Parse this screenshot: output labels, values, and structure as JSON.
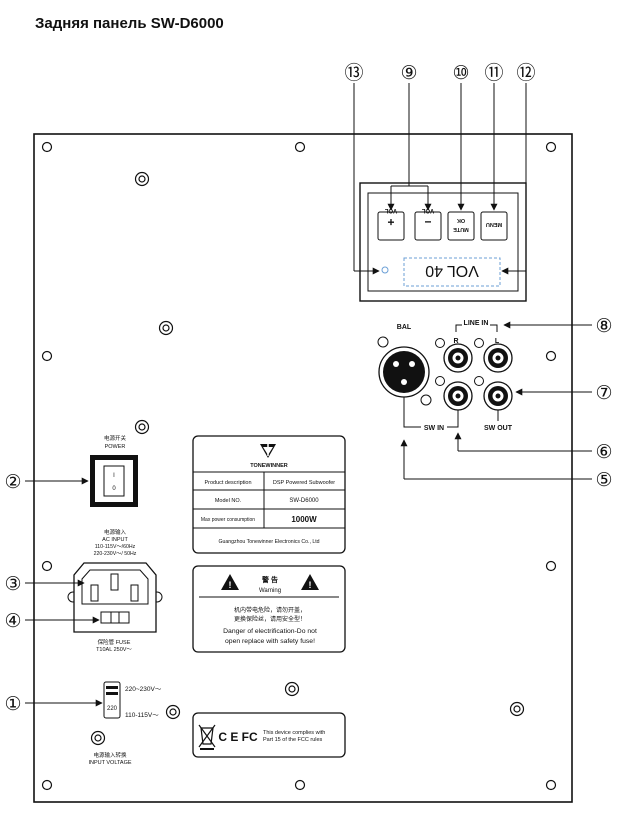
{
  "page": {
    "title": "Задняя панель SW-D6000"
  },
  "callouts": [
    "①",
    "②",
    "③",
    "④",
    "⑤",
    "⑥",
    "⑦",
    "⑧",
    "⑨",
    "⑩",
    "⑪",
    "⑫",
    "⑬"
  ],
  "control_panel": {
    "vol_plus": "+",
    "vol_plus_label": "VOL",
    "vol_minus": "−",
    "vol_minus_label": "VOL",
    "mute": "MUTE",
    "ok": "OK",
    "menu": "MENU",
    "display": "VOL 40"
  },
  "inputs": {
    "bal": "BAL",
    "line_in": "LINE IN",
    "r": "R",
    "l": "L",
    "sw_in": "SW IN",
    "sw_out": "SW OUT"
  },
  "power_switch": {
    "cn": "电源开关",
    "en": "POWER",
    "on": "I",
    "off": "0"
  },
  "ac_input": {
    "cn": "电源输入",
    "en": "AC INPUT",
    "line1": "110-115V～/60Hz",
    "line2": "220-230V～/ 50Hz"
  },
  "fuse": {
    "cn": "保险管",
    "en": "FUSE",
    "rating": "T10AL 250V～"
  },
  "voltage_selector": {
    "opt_high": "220~230V～",
    "value": "220",
    "opt_low": "110-115V～",
    "cn": "电源输入转换",
    "en": "INPUT VOLTAGE"
  },
  "nameplate": {
    "brand": "TONEWINNER",
    "rows": [
      {
        "label": "Product description",
        "value": "DSP Powered Subwoofer"
      },
      {
        "label": "Model NO.",
        "value": "SW-D6000"
      },
      {
        "label": "Max power consumption",
        "value": "1000W"
      }
    ],
    "company": "Guangzhou Tonewinner Electronics Co., Ltd"
  },
  "warning": {
    "cn_title": "警 告",
    "en_title": "Warning",
    "cn_line1": "机内带电危险，请勿开盖，",
    "cn_line2": "更换保险丝，请用安全型！",
    "en_line1": "Danger of electrification-Do not",
    "en_line2": "open replace with safety fuse!"
  },
  "fcc": {
    "marks": "C E FC",
    "line1": "This device complies with",
    "line2": "Part 15 of the FCC rules"
  }
}
